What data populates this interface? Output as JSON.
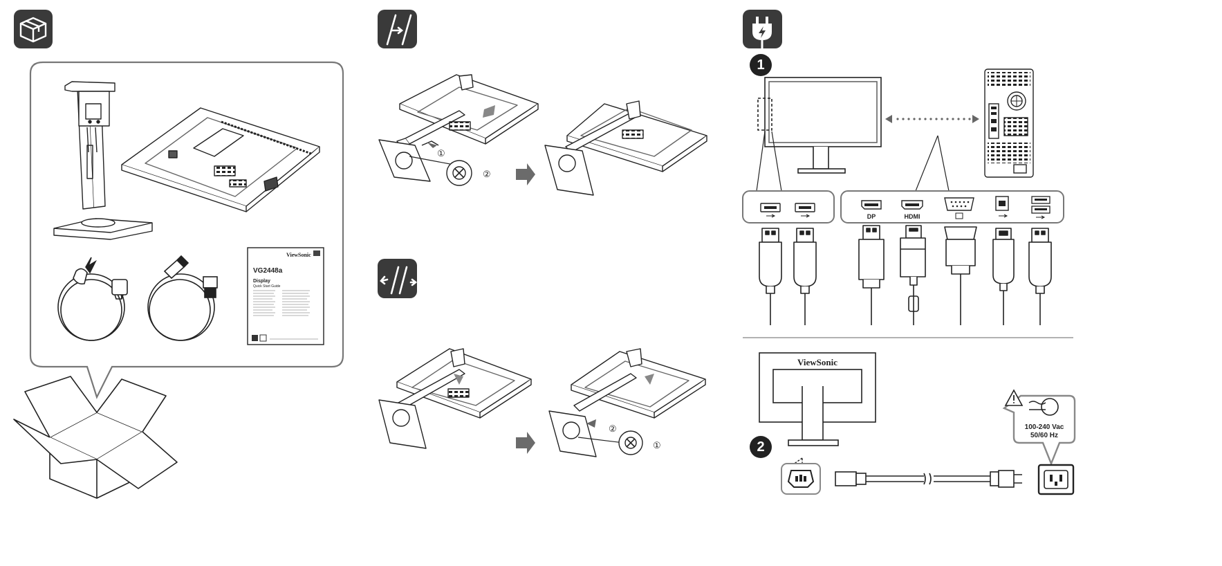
{
  "icons": {
    "unbox": "box-icon",
    "install": "install-stand-icon",
    "remove": "remove-stand-icon",
    "power": "power-plug-icon"
  },
  "markers": {
    "step1": "①",
    "step2": "②"
  },
  "steps": {
    "one": "1",
    "two": "2"
  },
  "guide": {
    "brand": "ViewSonic",
    "model": "VG2448a",
    "title": "Display",
    "subtitle": "Quick Start Guide"
  },
  "ports": [
    "DP",
    "HDMI"
  ],
  "monitor_brand": "ViewSonic",
  "power_rating": {
    "voltage": "100-240 Vac",
    "frequency": "50/60 Hz"
  },
  "colors": {
    "icon_bg": "#3a3a3a",
    "arrow": "#6b6b6b",
    "panel_border": "#7a7a7a"
  }
}
